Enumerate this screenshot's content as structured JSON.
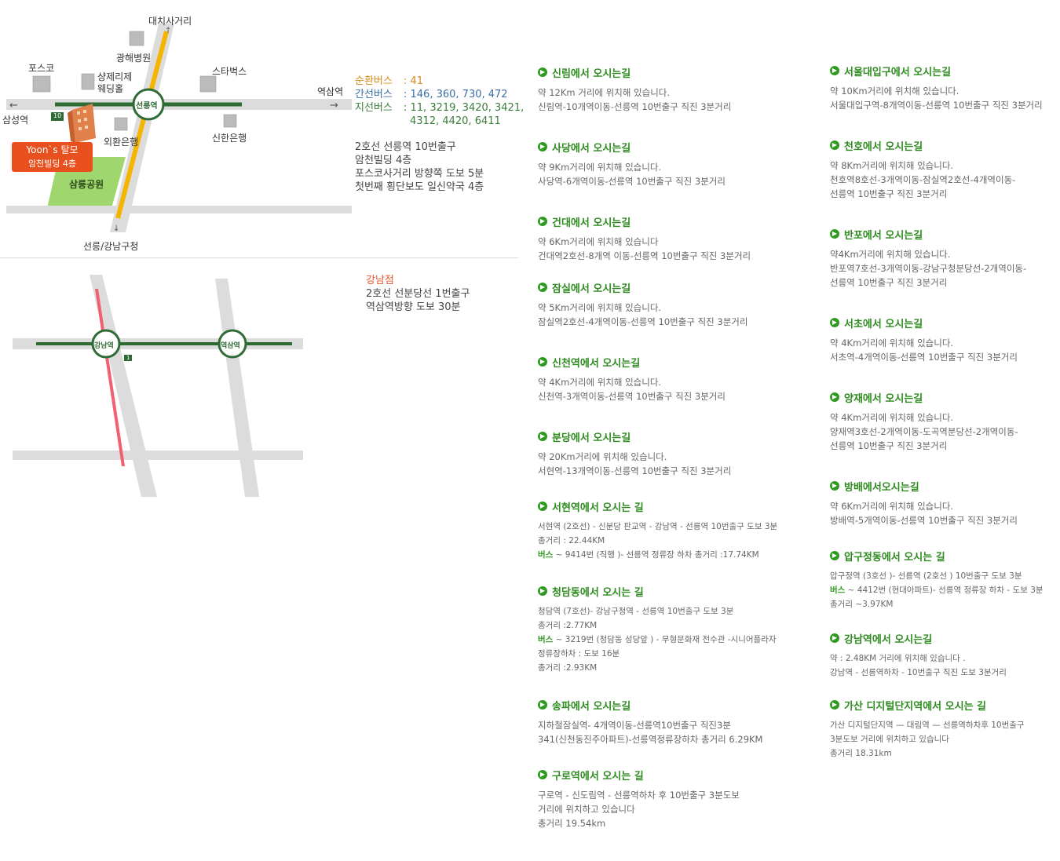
{
  "map1": {
    "labels": {
      "north": "대치사거리",
      "south": "선릉/강남구청",
      "west": "삼성역",
      "east": "역삼역",
      "posco": "포스코",
      "hospital": "광해병원",
      "wedding1": "샹제리제",
      "wedding2": "웨딩홀",
      "starbucks": "스타벅스",
      "kebank": "외환은행",
      "shinhan": "신한은행",
      "park": "삼릉공원",
      "station": "선릉역",
      "exit": "10"
    },
    "tag_line1": "Yoon`s 탈모",
    "tag_line2": "암천빌딩 4층",
    "bus": {
      "circular_label": "순환버스",
      "circular": ": 41",
      "trunk_label": "간선버스",
      "trunk": ": 146, 360, 730, 472",
      "branch_label": "지선버스",
      "branch": ": 11, 3219, 3420, 3421,",
      "branch2": "4312, 4420, 6411"
    },
    "directions": [
      "2호선 선릉역 10번출구",
      "암천빌딩 4층",
      "포스코사거리 방향쪽 도보 5분",
      "첫번째 횡단보도 일신약국 4층"
    ]
  },
  "map2": {
    "station1": "강남역",
    "station2": "역삼역",
    "exit": "1",
    "title": "강남점",
    "line1": "2호선 선분당선 1번출구",
    "line2": "역삼역방향 도보 30분"
  },
  "routes_left": [
    {
      "title": "신림에서 오시는길",
      "lines": [
        "약 12Km 거리에 위치해 있습니다.",
        "신림역-10개역이동-선릉역 10번출구 직진 3분거리"
      ]
    },
    {
      "title": "사당에서 오시는길",
      "lines": [
        "약 9Km거리에 위치해 있습니다.",
        "사당역-6개역이동-선릉역 10번출구 직진 3분거리"
      ]
    },
    {
      "title": "건대에서 오시는길",
      "lines": [
        "약 6Km거리에 위치해 있습니다",
        "건대역2호선-8개역 이동-선릉역 10번출구 직진 3분거리"
      ]
    },
    {
      "title": "잠실에서 오시는길",
      "lines": [
        "약 5Km거리에 위치해 있습니다.",
        "잠실역2호선-4개역이동-선릉역 10번출구 직진 3분거리"
      ]
    },
    {
      "title": "신천역에서 오시는길",
      "lines": [
        "약 4Km거리에 위치해 있습니다.",
        "신천역-3개역이동-선릉역 10번출구 직진 3분거리"
      ]
    },
    {
      "title": "분당에서 오시는길",
      "lines": [
        "약 20Km거리에 위치해 있습니다.",
        "서현역-13개역이동-선릉역 10번출구 직진 3분거리"
      ]
    },
    {
      "title": "서현역에서 오시는 길",
      "small": true,
      "lines": [
        "서현역 (2호선) - 신분당 판교역 - 강남역 - 선릉역 10번출구 도보 3분",
        "총거리 : 22.44KM"
      ],
      "bus_label": "버스",
      "bus_text": " ~  9414번 (직행 )-  선릉역 정류장 하차    총거리 :17.74KM"
    },
    {
      "title": "청담동에서 오시는 길",
      "small": true,
      "lines": [
        "청담역 (7호선)- 강남구청역 - 선릉역 10번출구  도보 3분",
        " 총거리 :2.77KM"
      ],
      "bus_label": "버스",
      "bus_text": " ~ 3219번 (청담동 성당앞 ) -  무형문화재 전수관 -시니어플라자",
      "after": [
        "정류장하차 : 도보 16분",
        " 총거리 :2.93KM"
      ]
    },
    {
      "title": "송파에서 오시는길",
      "lines": [
        "지하철잠실역- 4개역이동-선릉역10번출구 직진3분",
        "341(신천동진주아파트)-선릉역정류장하차 총거리 6.29KM"
      ]
    },
    {
      "title": "구로역에서 오시는 길",
      "lines": [
        "구로역 - 신도림역 - 선릉역하차 후  10번출구 3분도보",
        "거리에 위치하고 있습니다",
        "총거리 19.54km"
      ]
    }
  ],
  "routes_right": [
    {
      "title": "서울대입구에서 오시는길",
      "lines": [
        "약 10Km거리에 위치해 있습니다.",
        "서울대입구역-8개역이동-선릉역 10번출구 직진 3분거리"
      ]
    },
    {
      "title": "천호에서 오시는길",
      "lines": [
        "약 8Km거리에 위치해 있습니다.",
        "천호역8호선-3개역이동-잠실역2호선-4개역이동-",
        "선릉역 10번출구 직진 3분거리"
      ]
    },
    {
      "title": "반포에서 오시는길",
      "lines": [
        "약4Km거리에 위치해 있습니다.",
        "반포역7호선-3개역이동-강남구청분당선-2개역이동-",
        "선릉역 10번출구 직진 3분거리"
      ]
    },
    {
      "title": "서초에서 오시는길",
      "lines": [
        "약 4Km거리에 위치해 있습니다.",
        "서초역-4개역이동-선릉역 10번출구 직진 3분거리"
      ]
    },
    {
      "title": "양재에서 오시는길",
      "lines": [
        "약 4Km거리에 위치해 있습니다.",
        "양재역3호선-2개역이동-도곡역분당선-2개역이동-",
        "선릉역 10번출구 직진 3분거리"
      ]
    },
    {
      "title": "방배에서오시는길",
      "lines": [
        "약 6Km거리에 위치해 있습니다.",
        "방배역-5개역이동-선릉역 10번출구 직진 3분거리"
      ]
    },
    {
      "title": "압구정동에서 오시는 길",
      "small": true,
      "lines": [
        "압구정역 (3호선 )- 선릉역 (2호선 ) 10번출구  도보 3분"
      ],
      "bus_label": "버스",
      "bus_text": " ~ 4412번 (현대아파트)- 선릉역 정류장 하차 -  도보 3분",
      "after": [
        "총거리 ~3.97KM"
      ]
    },
    {
      "title": "강남역에서  오시는길",
      "small": true,
      "lines": [
        "약 : 2.48KM 거리에 위치해 있습니다 .",
        "강남역 - 선릉역하차 - 10번출구 직진 도보 3분거리"
      ]
    },
    {
      "title": "가산 디지털단지역에서 오시는 길",
      "small": true,
      "lines": [
        "가산 디지털단지역 — 대림역 — 선릉역하차후  10번출구",
        "3분도보 거리에 위치하고 있습니다",
        "총거리 18.31km"
      ]
    }
  ]
}
